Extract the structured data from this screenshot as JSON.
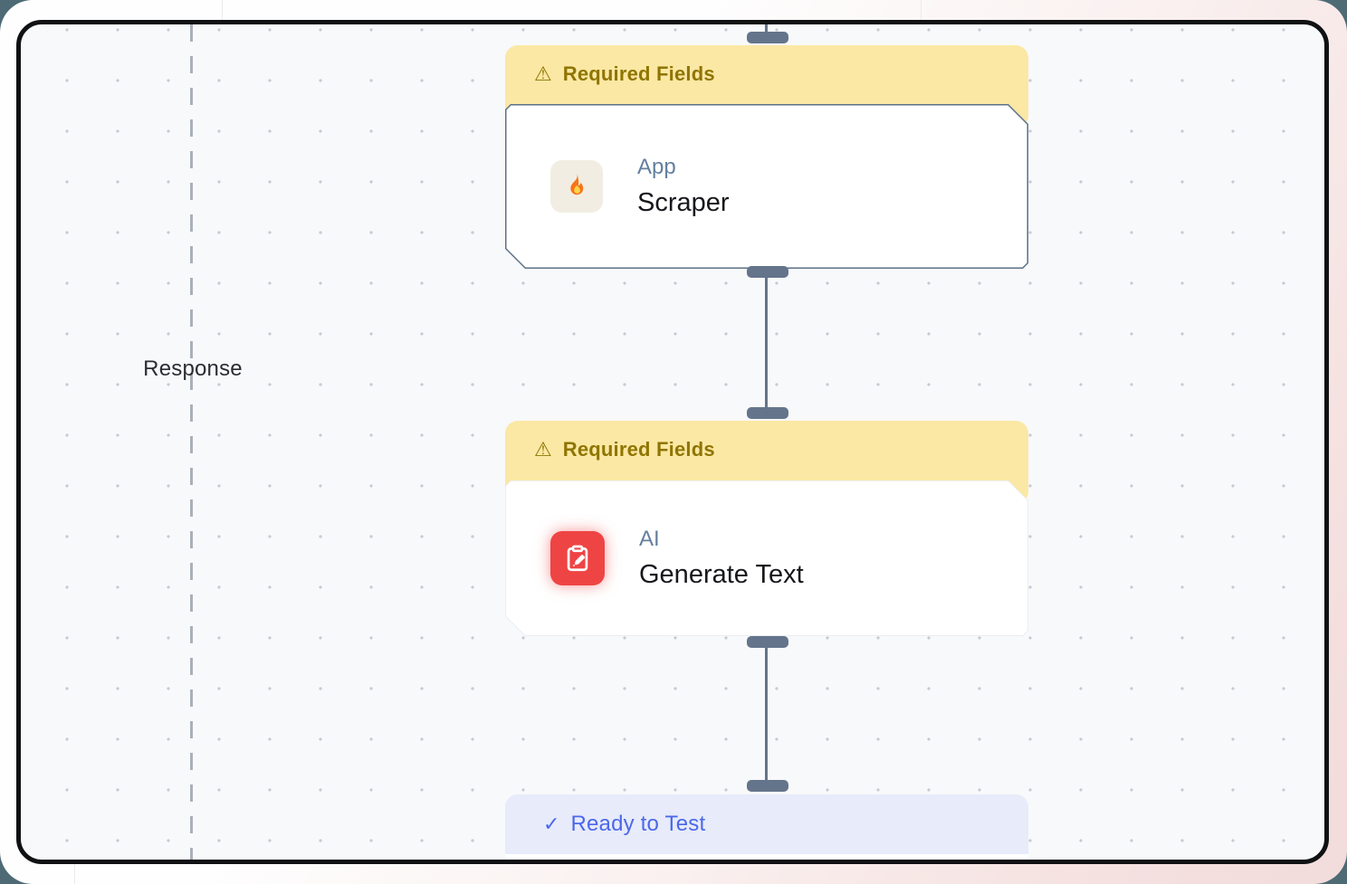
{
  "canvas": {
    "divider_label": "Response"
  },
  "nodes": {
    "scraper": {
      "status_label": "Required Fields",
      "status_icon": "⚠",
      "category": "App",
      "title": "Scraper",
      "icon": "flame",
      "selected": true
    },
    "generate_text": {
      "status_label": "Required Fields",
      "status_icon": "⚠",
      "category": "AI",
      "title": "Generate Text",
      "icon": "clipboard-pencil",
      "selected": false
    },
    "ready": {
      "status_label": "Ready to Test",
      "status_icon": "✓"
    }
  },
  "colors": {
    "page-bg": "#4d6a75",
    "frame-border": "#101113",
    "canvas-bg": "#f8f9fb",
    "dot": "#c7cbd3",
    "divider": "#aab0b8",
    "connector": "#64748b",
    "warning-header-bg": "#fbe8a4",
    "warning-text": "#8f7500",
    "ready-header-bg": "#e7ebfa",
    "ready-text": "#4b68ea",
    "category-text": "#64809f",
    "title-text": "#17181c",
    "node-selected-border": "#5b7186",
    "ai-icon-bg": "#ef4444",
    "app-icon-bg": "#f2ede3"
  }
}
